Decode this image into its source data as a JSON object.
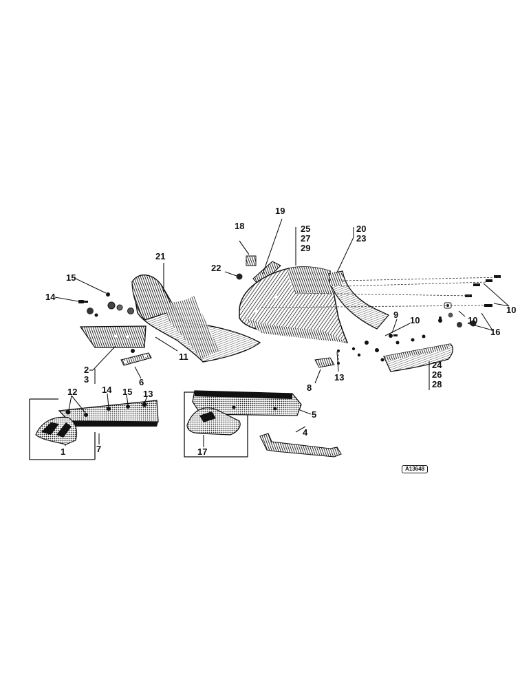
{
  "diagram": {
    "reference_code": "A13648",
    "callouts": {
      "c1": "1",
      "c2": "2",
      "c3": "3",
      "c4": "4",
      "c5": "5",
      "c6": "6",
      "c7": "7",
      "c8": "8",
      "c9": "9",
      "c10a": "10",
      "c10b": "10",
      "c10c": "10",
      "c11": "11",
      "c12": "12",
      "c13a": "13",
      "c13b": "13",
      "c14a": "14",
      "c14b": "14",
      "c15a": "15",
      "c15b": "15",
      "c16": "16",
      "c17": "17",
      "c18": "18",
      "c19": "19",
      "c20": "20",
      "c21": "21",
      "c22": "22",
      "c23": "23",
      "c24": "24",
      "c25": "25",
      "c26": "26",
      "c27": "27",
      "c28": "28",
      "c29": "29"
    }
  }
}
